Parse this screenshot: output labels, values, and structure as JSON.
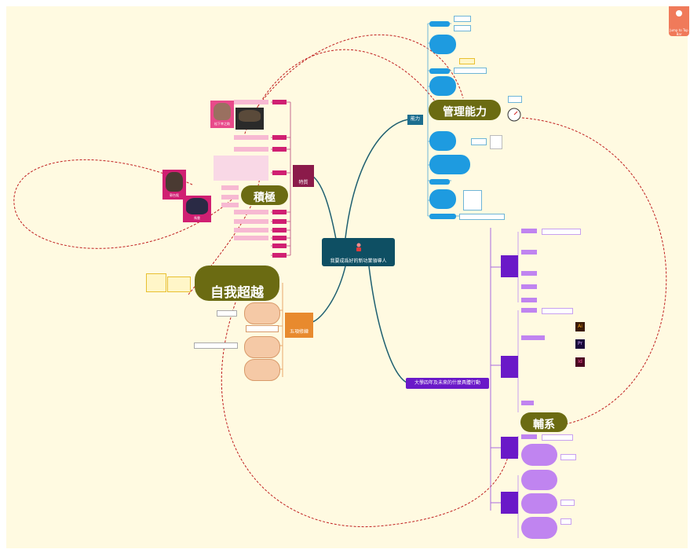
{
  "colors": {
    "canvas": "#fffae1",
    "center": "#0e4f63",
    "ability": "#1c6e8f",
    "traits": "#8b1a4a",
    "five": "#e88a2e",
    "action": "#6a19c8",
    "olive": "#6b6b12",
    "blue_node": "#1e9be0",
    "purple_node": "#c084f0",
    "orange_node": "#f5c9a6",
    "link": "#c02020"
  },
  "center": {
    "label": "我要成爲好的新功業領導人"
  },
  "branches": {
    "ability": {
      "label": "能力"
    },
    "traits": {
      "label": "特質"
    },
    "five": {
      "label": "五項修練"
    },
    "action": {
      "label": "大學四年及未來的什麼具體行動"
    }
  },
  "big_nodes": {
    "management": "管理能力",
    "positive": "積極",
    "self": "自我超越",
    "assist": "輔系"
  },
  "people": [
    {
      "name": "松下幸之助"
    },
    {
      "name": "郭台銘"
    },
    {
      "name": "馬雲"
    }
  ],
  "corner": {
    "label": "Jump to Top Bar"
  }
}
